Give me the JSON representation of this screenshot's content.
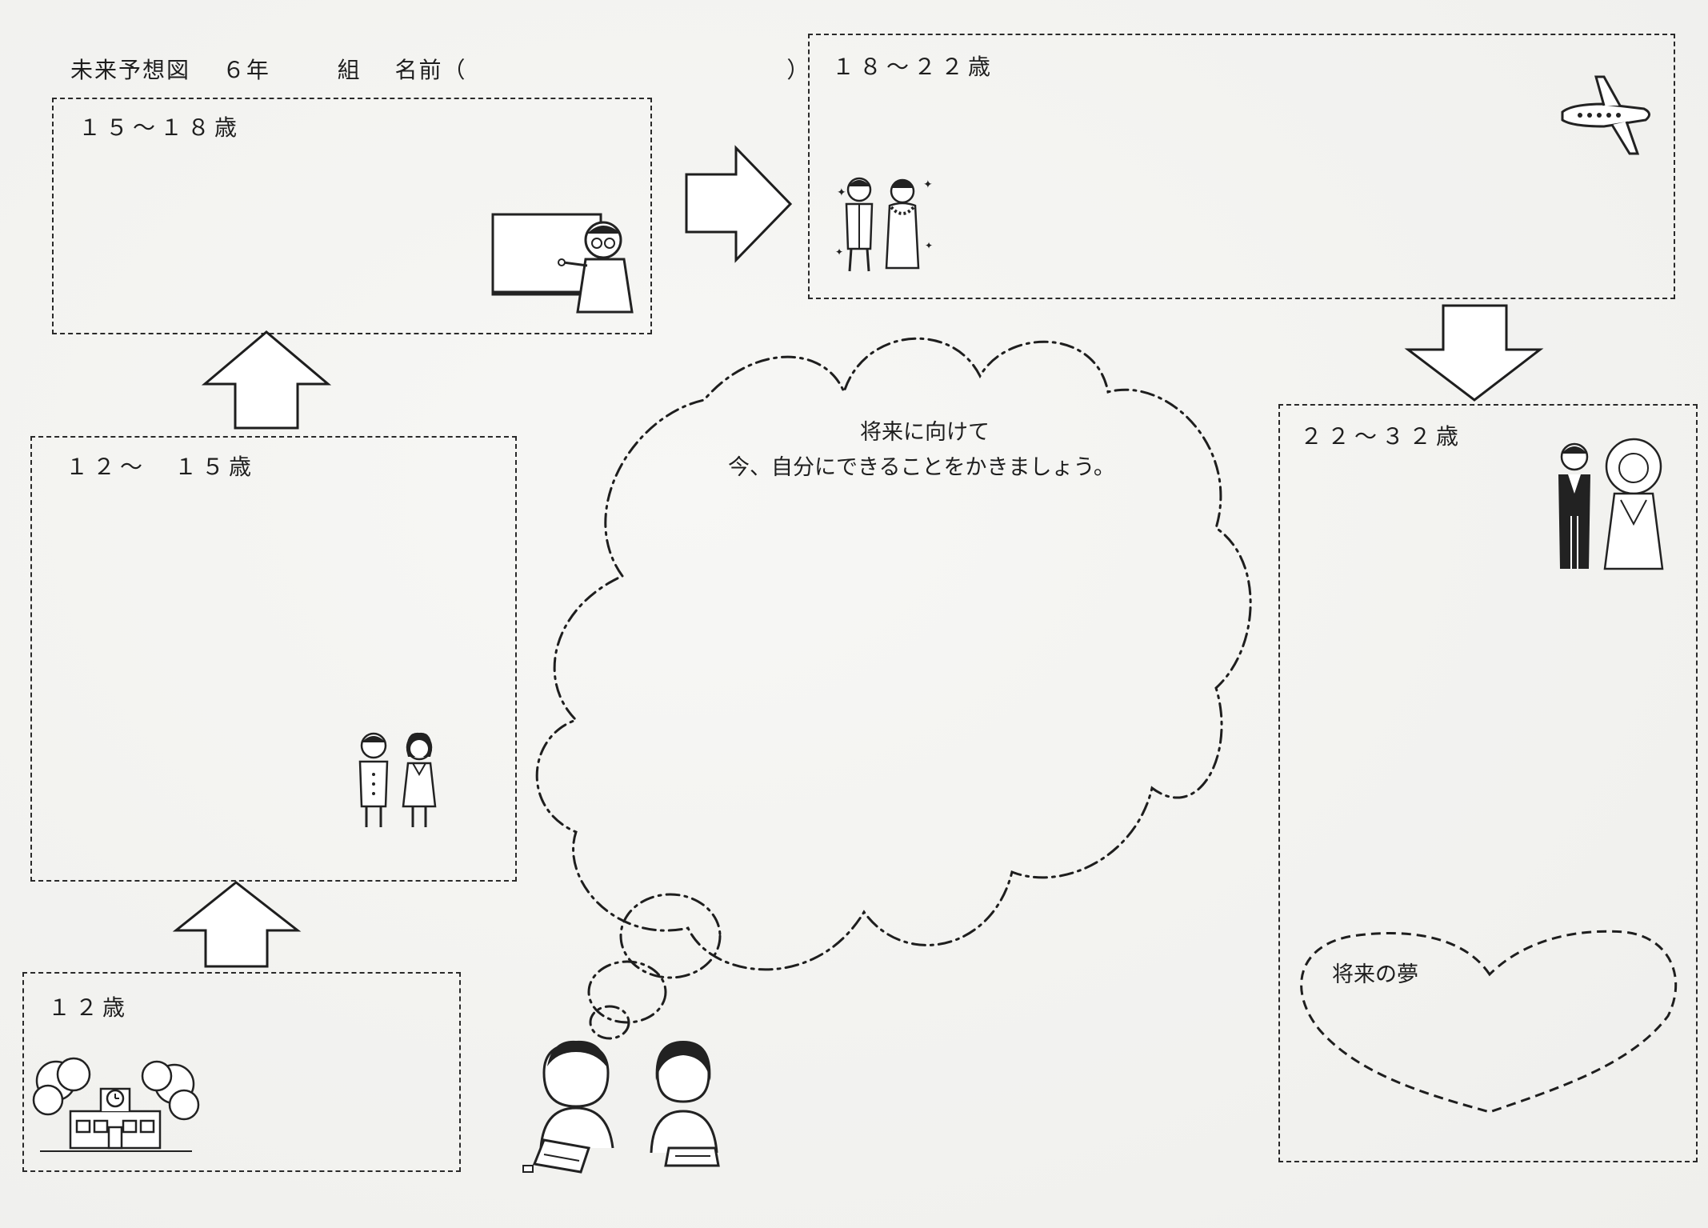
{
  "header": {
    "title": "未来予想図",
    "grade": "６年",
    "class_label": "組",
    "name_label": "名前（",
    "name_close": "）"
  },
  "stages": {
    "age_12": "１２歳",
    "age_12_15": "１２〜　１５歳",
    "age_15_18": "１５〜１８歳",
    "age_18_22": "１８〜２２歳",
    "age_22_32": "２２〜３２歳"
  },
  "cloud": {
    "line1": "将来に向けて",
    "line2": "今、自分にできることをかきましょう。"
  },
  "heart": {
    "label": "将来の夢"
  },
  "icons": [
    "school-cherry-blossom-icon",
    "students-uniform-icon",
    "teacher-blackboard-icon",
    "coming-of-age-couple-icon",
    "airplane-icon",
    "wedding-couple-icon",
    "children-writing-icon"
  ]
}
